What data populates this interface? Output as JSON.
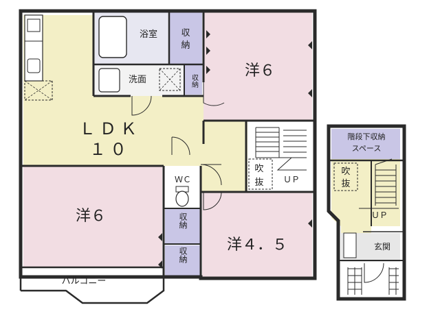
{
  "rooms": {
    "ldk_name": "ＬＤＫ",
    "ldk_size": "１０",
    "bath": "浴室",
    "storage_a": "収納",
    "storage_b": "収納",
    "storage_c": "収納",
    "storage_d": "収納",
    "washroom": "洗面",
    "western_ne": "洋６",
    "western_w": "洋６",
    "western_s": "洋４．５",
    "toilet": "ＷＣ",
    "balcony": "バルコニー",
    "void_main_1": "吹",
    "void_main_2": "抜",
    "up_main": "ＵＰ",
    "understair_storage_1": "階段下収納",
    "understair_storage_2": "スペース",
    "void_side_1": "吹",
    "void_side_2": "抜",
    "up_side": "ＵＰ",
    "entrance": "玄関"
  },
  "colors": {
    "ldk": "#f3efc6",
    "bedroom": "#f2dde3",
    "storage": "#c9c6e6",
    "bath": "#e7e7f1",
    "wall": "#2a2a2a"
  }
}
